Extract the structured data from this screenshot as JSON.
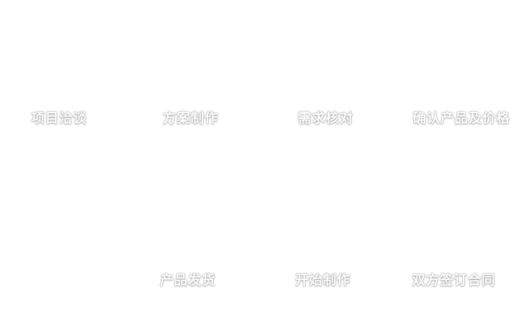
{
  "diagram": {
    "title": "",
    "background": "#ffffff",
    "text_color": "#ffffff",
    "text_halo_color": "#a6a6a6"
  },
  "steps": [
    {
      "label": "项目洽谈"
    },
    {
      "label": "方案制作"
    },
    {
      "label": "需求核对"
    },
    {
      "label": "确认产品及价格"
    },
    {
      "label": "产品发货"
    },
    {
      "label": "开始制作"
    },
    {
      "label": "双方签订合同"
    }
  ]
}
